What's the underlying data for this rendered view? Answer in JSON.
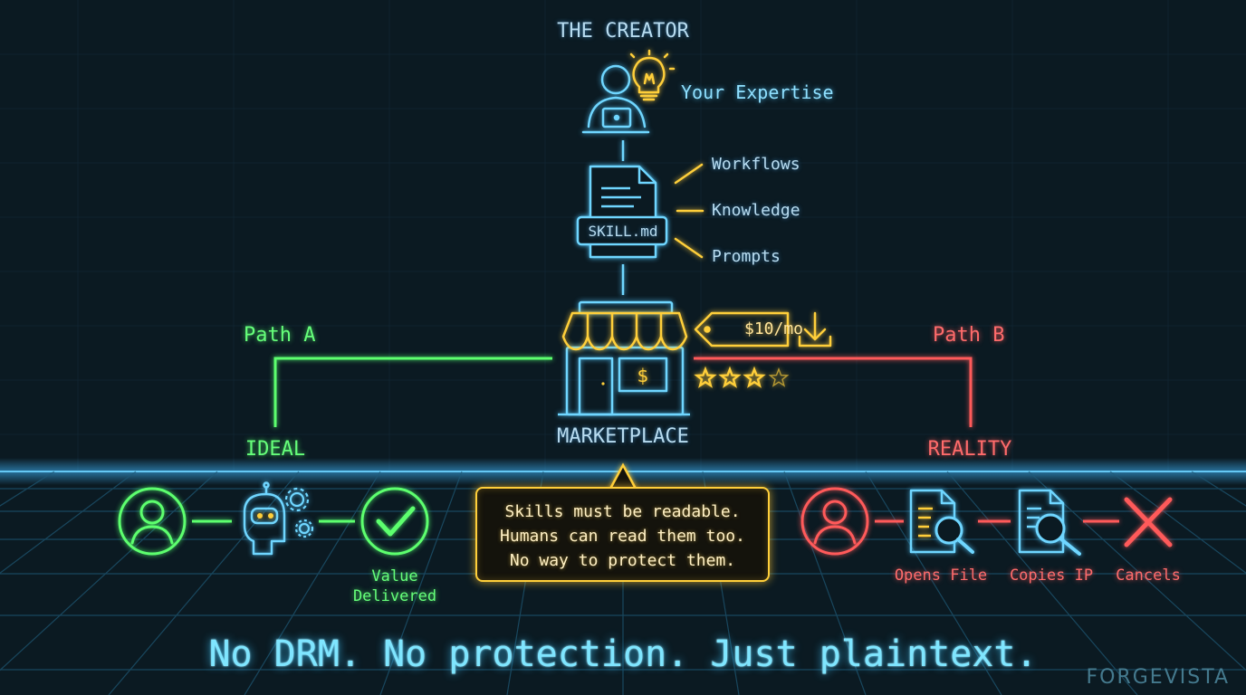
{
  "creator": {
    "title": "THE CREATOR",
    "expertise_label": "Your Expertise"
  },
  "skill": {
    "file_label": "SKILL.md",
    "contents": [
      "Workflows",
      "Knowledge",
      "Prompts"
    ]
  },
  "marketplace": {
    "label": "MARKETPLACE",
    "price": "$10/mo",
    "rating": 3,
    "rating_max": 4
  },
  "path_a": {
    "label": "Path A",
    "outcome": "IDEAL",
    "value_line1": "Value",
    "value_line2": "Delivered"
  },
  "path_b": {
    "label": "Path B",
    "outcome": "REALITY",
    "steps": [
      "Opens File",
      "Copies IP",
      "Cancels"
    ]
  },
  "warning": {
    "lines": [
      "Skills must be readable.",
      "Humans can read them too.",
      "No way to protect them."
    ]
  },
  "headline": "No DRM. No protection. Just plaintext.",
  "brand": "FORGEVISTA",
  "colors": {
    "cyan": "#5fd2ff",
    "green": "#5dff6e",
    "red": "#ff5a5a",
    "yellow": "#ffcf3a",
    "background": "#0b1a22"
  },
  "icons": [
    "person-laptop-icon",
    "lightbulb-icon",
    "document-icon",
    "storefront-icon",
    "price-tag-icon",
    "download-icon",
    "star-icon",
    "user-icon",
    "robot-icon",
    "gear-icon",
    "checkmark-icon",
    "file-search-icon",
    "cross-icon"
  ]
}
